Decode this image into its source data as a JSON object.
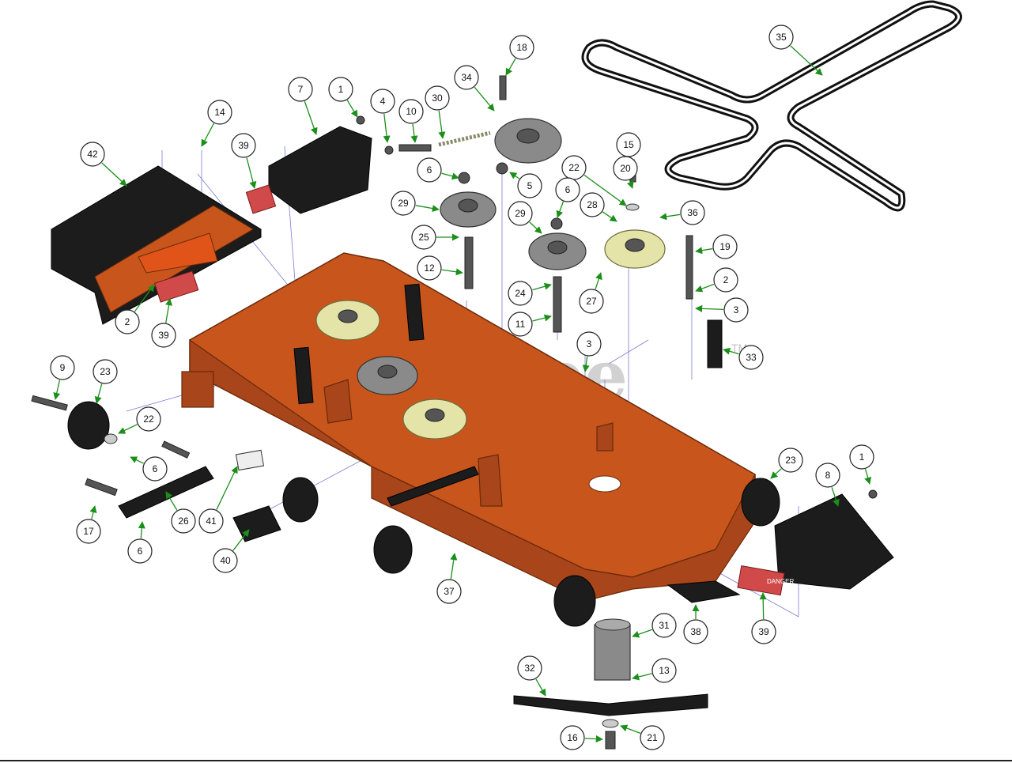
{
  "watermark": {
    "text": "PartsTree",
    "tm": "TM"
  },
  "colors": {
    "leader": "#1a8f1a",
    "deck": "#c8561c",
    "pulley": "#e4e4a8"
  },
  "belt_decal": {
    "danger_text": "DANGER"
  },
  "callouts": [
    {
      "id": "c42",
      "label": "42"
    },
    {
      "id": "c14",
      "label": "14"
    },
    {
      "id": "c39a",
      "label": "39"
    },
    {
      "id": "c7",
      "label": "7"
    },
    {
      "id": "c1a",
      "label": "1"
    },
    {
      "id": "c4",
      "label": "4"
    },
    {
      "id": "c10",
      "label": "10"
    },
    {
      "id": "c30",
      "label": "30"
    },
    {
      "id": "c34",
      "label": "34"
    },
    {
      "id": "c18",
      "label": "18"
    },
    {
      "id": "c35",
      "label": "35"
    },
    {
      "id": "c15",
      "label": "15"
    },
    {
      "id": "c20",
      "label": "20"
    },
    {
      "id": "c22a",
      "label": "22"
    },
    {
      "id": "c6a",
      "label": "6"
    },
    {
      "id": "c5",
      "label": "5"
    },
    {
      "id": "c29a",
      "label": "29"
    },
    {
      "id": "c6b",
      "label": "6"
    },
    {
      "id": "c28",
      "label": "28"
    },
    {
      "id": "c36",
      "label": "36"
    },
    {
      "id": "c25",
      "label": "25"
    },
    {
      "id": "c29b",
      "label": "29"
    },
    {
      "id": "c19",
      "label": "19"
    },
    {
      "id": "c12",
      "label": "12"
    },
    {
      "id": "c2a",
      "label": "2"
    },
    {
      "id": "c24",
      "label": "24"
    },
    {
      "id": "c27",
      "label": "27"
    },
    {
      "id": "c3a",
      "label": "3"
    },
    {
      "id": "c2b",
      "label": "2"
    },
    {
      "id": "c39b",
      "label": "39"
    },
    {
      "id": "c11",
      "label": "11"
    },
    {
      "id": "c3b",
      "label": "3"
    },
    {
      "id": "c33",
      "label": "33"
    },
    {
      "id": "c9",
      "label": "9"
    },
    {
      "id": "c23a",
      "label": "23"
    },
    {
      "id": "c22b",
      "label": "22"
    },
    {
      "id": "c6c",
      "label": "6"
    },
    {
      "id": "c17",
      "label": "17"
    },
    {
      "id": "c26",
      "label": "26"
    },
    {
      "id": "c41",
      "label": "41"
    },
    {
      "id": "c6d",
      "label": "6"
    },
    {
      "id": "c40",
      "label": "40"
    },
    {
      "id": "c37",
      "label": "37"
    },
    {
      "id": "c23b",
      "label": "23"
    },
    {
      "id": "c8",
      "label": "8"
    },
    {
      "id": "c1b",
      "label": "1"
    },
    {
      "id": "c39c",
      "label": "39"
    },
    {
      "id": "c38",
      "label": "38"
    },
    {
      "id": "c31",
      "label": "31"
    },
    {
      "id": "c13",
      "label": "13"
    },
    {
      "id": "c32",
      "label": "32"
    },
    {
      "id": "c21",
      "label": "21"
    },
    {
      "id": "c16",
      "label": "16"
    }
  ]
}
